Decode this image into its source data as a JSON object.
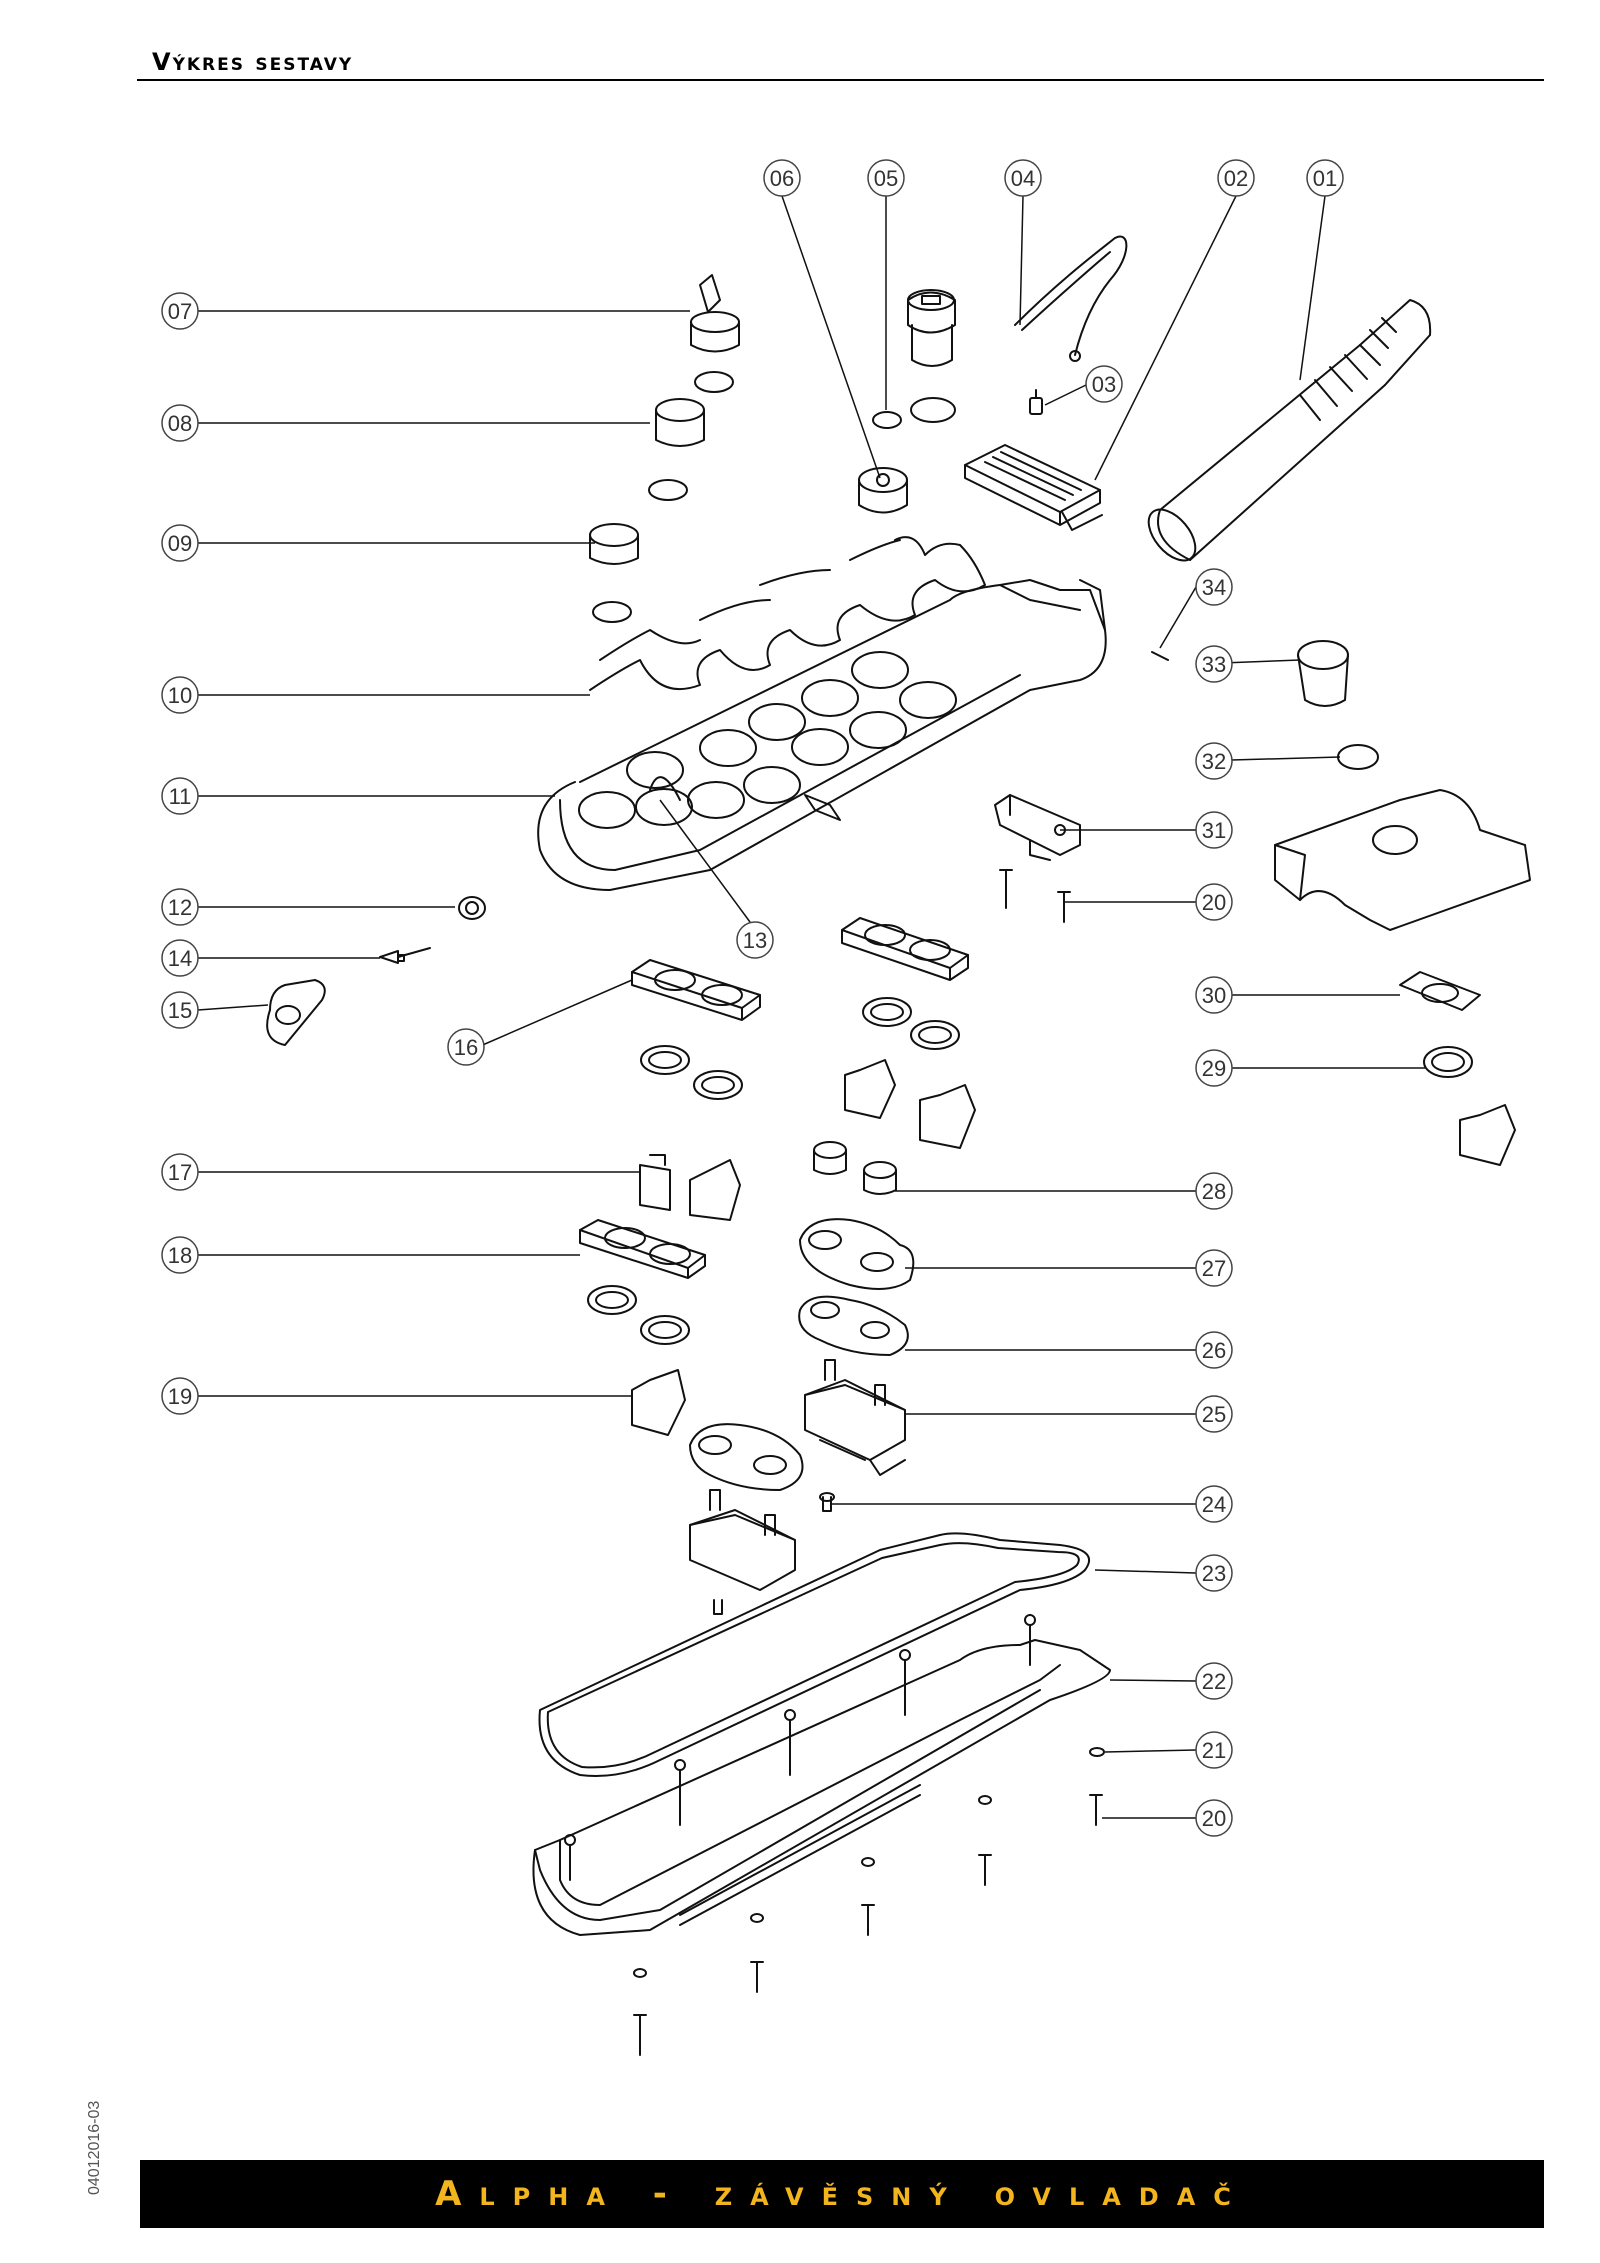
{
  "header": {
    "title": "Výkres sestavy"
  },
  "footer": {
    "title": "Alpha - závěsný ovladač",
    "doc_code": "04012016-03"
  },
  "colors": {
    "footer_background": "#000000",
    "footer_text": "#f2b51e",
    "line": "#111111"
  },
  "callouts": {
    "c01": "01",
    "c02": "02",
    "c03": "03",
    "c04": "04",
    "c05": "05",
    "c06": "06",
    "c07": "07",
    "c08": "08",
    "c09": "09",
    "c10": "10",
    "c11": "11",
    "c12": "12",
    "c13": "13",
    "c14": "14",
    "c15": "15",
    "c16": "16",
    "c17": "17",
    "c18": "18",
    "c19": "19",
    "c20a": "20",
    "c20b": "20",
    "c21": "21",
    "c22": "22",
    "c23": "23",
    "c24": "24",
    "c25": "25",
    "c26": "26",
    "c27": "27",
    "c28": "28",
    "c29": "29",
    "c30": "30",
    "c31": "31",
    "c32": "32",
    "c33": "33",
    "c34": "34"
  }
}
